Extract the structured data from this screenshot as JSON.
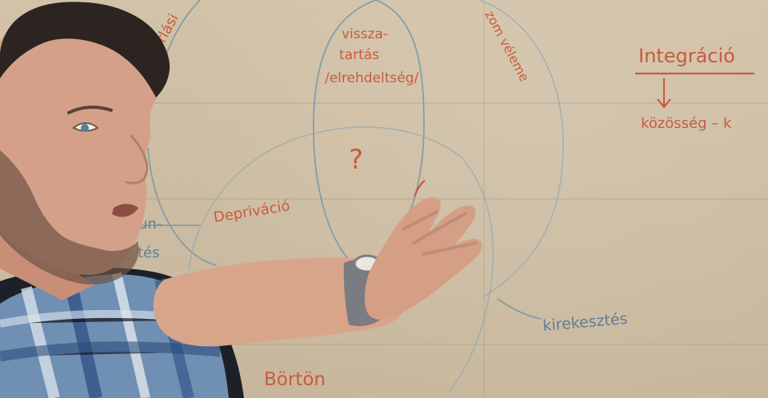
{
  "board_text": {
    "top_left_arc": "gyorlási",
    "top_center_line1": "vissza-",
    "top_center_line2": "tartás",
    "top_center_line3": "/elrehdeltség/",
    "top_right_arc": "zom véleme",
    "right_title": "Integráció",
    "right_sub": "közösség – k",
    "question_mark": "?",
    "middle_left": "Depriváció",
    "bottom_left": "Börtön",
    "bottom_right": "kirekesztés",
    "left_edge_1": "un-",
    "left_edge_2": "tés"
  }
}
